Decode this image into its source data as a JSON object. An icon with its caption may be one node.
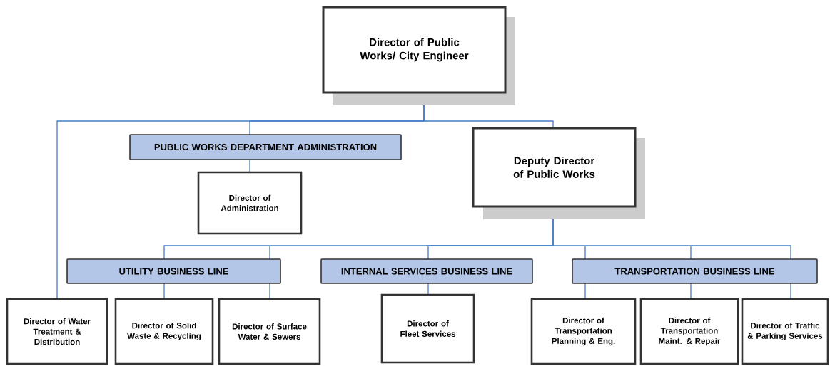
{
  "diagram": {
    "nodes": [
      {
        "text": [
          "Director of Public Works/ City Engineer"
        ]
      },
      {
        "text": [
          "PUBLIC WORKS DEPARTMENT ADMINISTRATION"
        ]
      },
      {
        "text": [
          "Director of Administration"
        ]
      },
      {
        "text": [
          "Deputy Director of Public Works"
        ]
      },
      {
        "text": [
          "UTILITY BUSINESS LINE"
        ]
      },
      {
        "text": [
          "INTERNAL SERVICES BUSINESS LINE"
        ]
      },
      {
        "text": [
          "TRANSPORTATION BUSINESS LINE"
        ]
      },
      {
        "text": [
          "Director of Water Treatment & Distribution"
        ]
      },
      {
        "text": [
          "Director of Solid Waste & Recycling"
        ]
      },
      {
        "text": [
          "Director of Surface Water & Sewers"
        ]
      },
      {
        "text": [
          "Director of Fleet Services"
        ]
      },
      {
        "text": [
          "Director of Transportation Planning & Eng."
        ]
      },
      {
        "text": [
          "Director of Transportation Maint. & Repair"
        ]
      },
      {
        "text": [
          "Director of Traffic & Parking Services"
        ]
      }
    ],
    "edges": [
      {
        "from": 0,
        "to": 1,
        "arrow": "none"
      },
      {
        "from": 0,
        "to": 3,
        "arrow": "none"
      },
      {
        "from": 0,
        "to": 7,
        "arrow": "none"
      },
      {
        "from": 1,
        "to": 2,
        "arrow": "none"
      },
      {
        "from": 3,
        "to": 4,
        "arrow": "none"
      },
      {
        "from": 3,
        "to": 5,
        "arrow": "none"
      },
      {
        "from": 3,
        "to": 6,
        "arrow": "none"
      },
      {
        "from": 4,
        "to": 8,
        "arrow": "none"
      },
      {
        "from": 4,
        "to": 9,
        "arrow": "none"
      },
      {
        "from": 5,
        "to": 10,
        "arrow": "none"
      },
      {
        "from": 6,
        "to": 11,
        "arrow": "none"
      },
      {
        "from": 6,
        "to": 12,
        "arrow": "none"
      },
      {
        "from": 6,
        "to": 13,
        "arrow": "none"
      }
    ]
  }
}
